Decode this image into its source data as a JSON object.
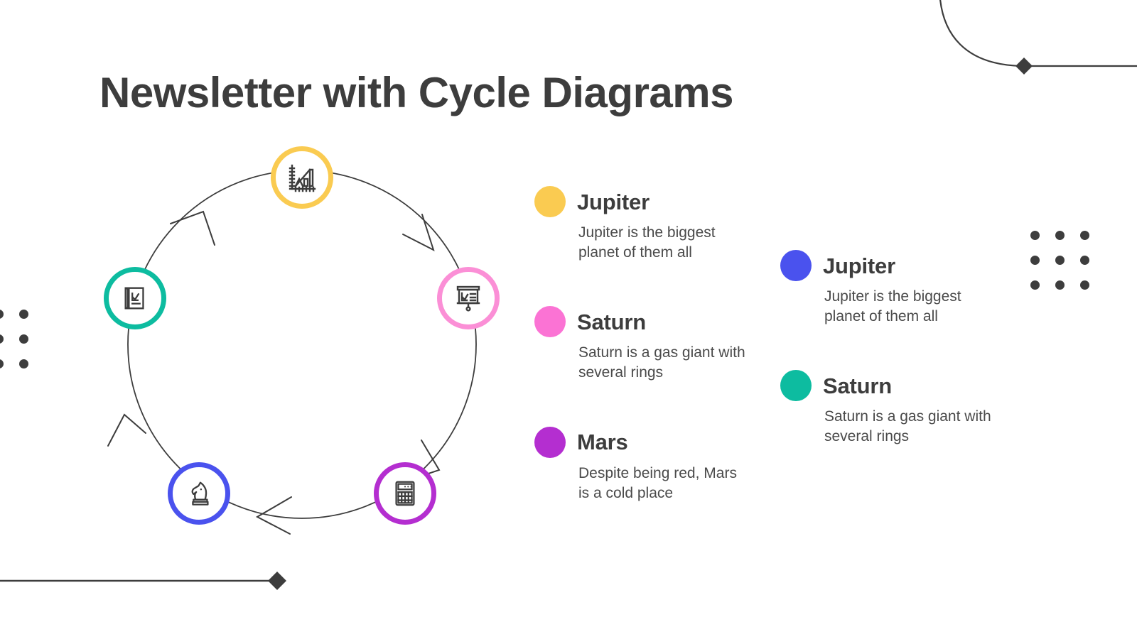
{
  "slide": {
    "title": "Newsletter with Cycle Diagrams",
    "background_color": "#FFFFFF",
    "text_color": "#3D3D3D"
  },
  "cycle_diagram": {
    "direction": "counter-clockwise",
    "node_count": 5,
    "nodes": [
      {
        "id": "node-top",
        "icon": "bar-chart-icon",
        "color": "#FACB51",
        "position": "top"
      },
      {
        "id": "node-right",
        "icon": "presentation-chart-icon",
        "color": "#FB8FD6",
        "position": "right"
      },
      {
        "id": "node-bottom-right",
        "icon": "calculator-icon",
        "color": "#B42ED0",
        "position": "bottom-right"
      },
      {
        "id": "node-bottom-left",
        "icon": "chess-knight-icon",
        "color": "#4A52EE",
        "position": "bottom-left"
      },
      {
        "id": "node-left",
        "icon": "report-book-icon",
        "color": "#0DBCA0",
        "position": "left"
      }
    ]
  },
  "legend_columns": [
    {
      "id": "legend-col-1",
      "items": [
        {
          "color": "#FACB51",
          "title": "Jupiter",
          "description": "Jupiter is the biggest planet of them all"
        },
        {
          "color": "#FB73D4",
          "title": "Saturn",
          "description": "Saturn is a gas giant with several rings"
        },
        {
          "color": "#B42ED0",
          "title": "Mars",
          "description": "Despite being red, Mars is a cold place"
        }
      ]
    },
    {
      "id": "legend-col-2",
      "items": [
        {
          "color": "#4A52EE",
          "title": "Jupiter",
          "description": "Jupiter is the biggest planet of them all"
        },
        {
          "color": "#0DBCA0",
          "title": "Saturn",
          "description": "Saturn is a gas giant with several rings"
        }
      ]
    }
  ],
  "decorations": {
    "line_color": "#3D3D3D",
    "dot_color": "#3D3D3D",
    "top_right_curve": "curved line with diamond marker",
    "bottom_left_line": "horizontal line with diamond marker",
    "dot_grid_left": "2 by 3 dot grid",
    "dot_grid_right": "3 by 3 dot grid"
  }
}
